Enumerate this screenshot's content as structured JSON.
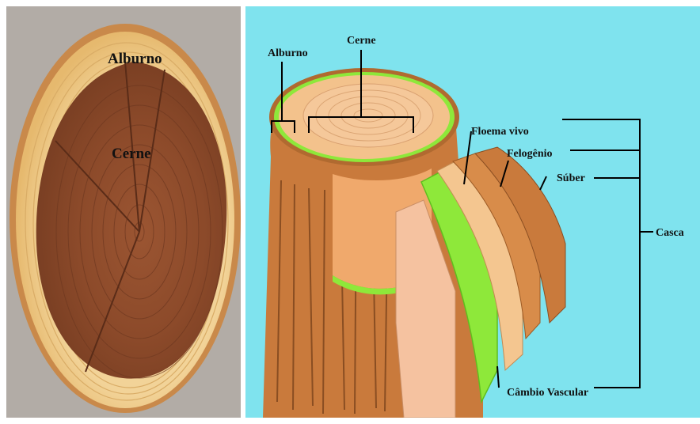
{
  "left_labels": {
    "alburno": "Alburno",
    "cerne": "Cerne"
  },
  "right_labels": {
    "alburno": "Alburno",
    "cerne": "Cerne",
    "floema_vivo": "Floema vivo",
    "felogenio": "Felogênio",
    "suber": "Súber",
    "casca": "Casca",
    "cambio_vascular": "Câmbio Vascular"
  },
  "colors": {
    "left_background": "#b2aca6",
    "right_background": "#7fe3ee",
    "heartwood": "#8e4a2a",
    "sapwood": "#f0cf8f",
    "cambium_green": "#8ee83a",
    "bark": "#c97a3c"
  }
}
